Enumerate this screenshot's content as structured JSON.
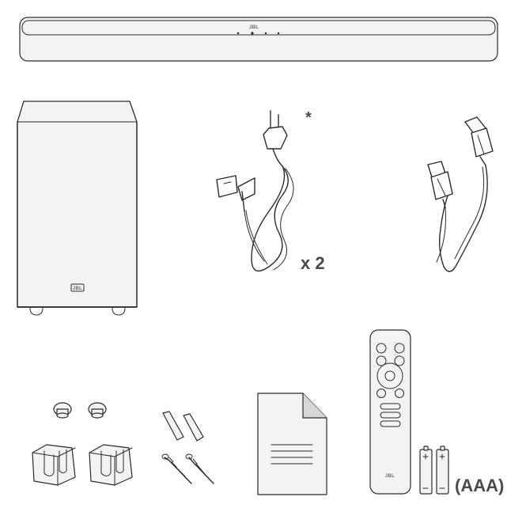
{
  "labels": {
    "power_cord_qty": "x 2",
    "power_cord_note": "*",
    "battery_type": "(AAA)",
    "logo_text": "JBL"
  },
  "colors": {
    "line": "#2b2b2b",
    "text": "#4a4a4a",
    "background": "#ffffff"
  },
  "icons": [
    "soundbar-icon",
    "subwoofer-icon",
    "power-cord-icon",
    "hdmi-cable-icon",
    "wall-mount-anchor-icon",
    "screws-icon",
    "manual-icon",
    "remote-control-icon",
    "battery-icon"
  ]
}
